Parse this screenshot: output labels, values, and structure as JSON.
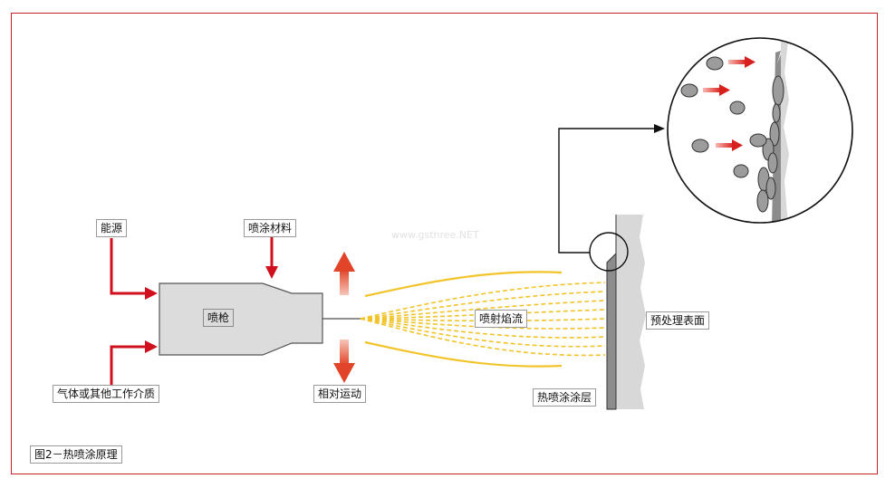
{
  "labels": {
    "energy": "能源",
    "spray_material": "喷涂材料",
    "gun": "喷枪",
    "gas_medium": "气体或其他工作介质",
    "relative_motion": "相对运动",
    "spray_flame": "喷射焰流",
    "pretreated_surface": "预处理表面",
    "thermal_coating": "热喷涂涂层",
    "figure_caption": "图2－热喷涂原理"
  },
  "watermark": "www.gsthree.NET",
  "colors": {
    "frame": "#c8222a",
    "arrow_red": "#d0101c",
    "flame": "#f2c42a",
    "gun_fill": "#dcdcdc",
    "particle": "#9c9c9c"
  }
}
